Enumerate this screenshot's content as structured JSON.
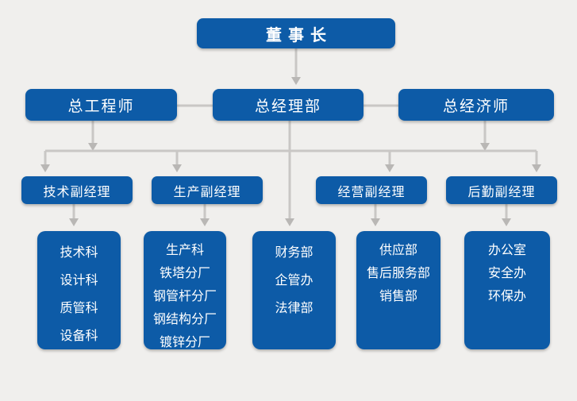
{
  "colors": {
    "background": "#f0efed",
    "box_blue": "#0d5ba7",
    "box_text": "#ffffff",
    "connector": "#c9c7c5",
    "arrowhead": "#b9b7b5"
  },
  "org_chart": {
    "level1": {
      "label": "董事长"
    },
    "level2": [
      {
        "label": "总工程师"
      },
      {
        "label": "总经理部"
      },
      {
        "label": "总经济师"
      }
    ],
    "level3": [
      {
        "label": "技术副经理"
      },
      {
        "label": "生产副经理"
      },
      {
        "label": "经营副经理"
      },
      {
        "label": "后勤副经理"
      }
    ],
    "level4": [
      {
        "items": [
          "技术科",
          "设计科",
          "质管科",
          "设备科"
        ]
      },
      {
        "items": [
          "生产科",
          "铁塔分厂",
          "钢管杆分厂",
          "钢结构分厂",
          "镀锌分厂"
        ]
      },
      {
        "items": [
          "财务部",
          "企管办",
          "法律部"
        ]
      },
      {
        "items": [
          "供应部",
          "售后服务部",
          "销售部"
        ]
      },
      {
        "items": [
          "办公室",
          "安全办",
          "环保办"
        ]
      }
    ]
  }
}
